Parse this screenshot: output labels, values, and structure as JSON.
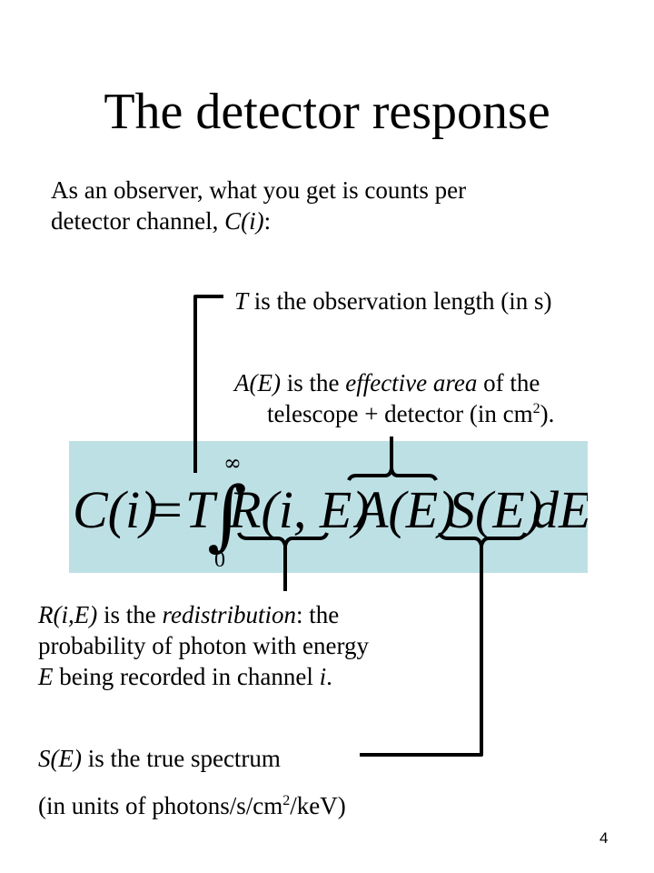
{
  "slide": {
    "title": "The detector response",
    "page_number": "4"
  },
  "intro": {
    "line1": "As an observer, what you get is counts per",
    "line2_plain": "detector  channel, ",
    "line2_symbol": "C(i)",
    "line2_end": ":"
  },
  "formula": {
    "lhs": "C(i)",
    "equals": "=",
    "T": "T",
    "integral": "∫",
    "upper": "∞",
    "lower": "0",
    "R": "R(i, E)",
    "A": "A(E)",
    "S": "S(E)",
    "dE": "dE",
    "box_color": "#bde0e5"
  },
  "annotations": {
    "T": {
      "symbol": "T",
      "text": " is the observation length (in s)"
    },
    "A": {
      "symbol": "A(E)",
      "text_a": " is the ",
      "emph": "effective area",
      "text_b": " of the",
      "line2": "telescope + detector (in cm",
      "sup": "2",
      "line2_end": ")."
    },
    "R": {
      "symbol": "R(i,E)",
      "text_a": " is the ",
      "emph": "redistribution",
      "text_b": ": the",
      "line2": "probability of photon with energy",
      "line3_sym_E": "E",
      "line3_mid": " being recorded in channel ",
      "line3_sym_i": "i",
      "line3_end": "."
    },
    "S": {
      "symbol": "S(E)",
      "text": " is the true spectrum",
      "units_a": "(in units of photons/s/cm",
      "units_sup": "2",
      "units_b": "/keV)"
    }
  }
}
